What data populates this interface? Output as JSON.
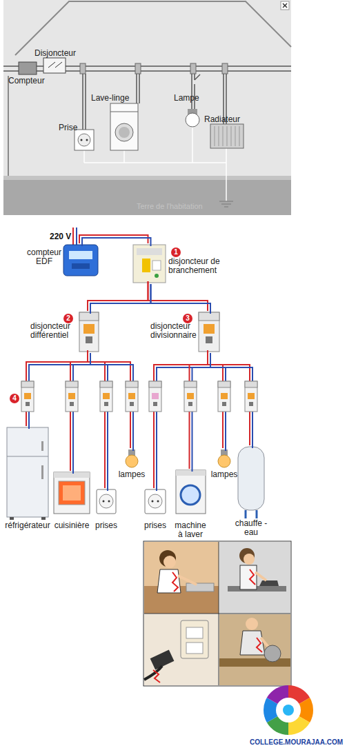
{
  "diagram": {
    "nodes": [
      {
        "text": [
          "compteur EDF"
        ]
      },
      {
        "text": [
          "disjoncteur de branchement"
        ]
      },
      {
        "text": [
          "disjoncteur différentiel"
        ]
      },
      {
        "text": [
          "disjoncteur divisionnaire"
        ]
      },
      {
        "text": [
          "réfrigérateur"
        ]
      },
      {
        "text": [
          "cuisinière"
        ]
      },
      {
        "text": [
          "prises"
        ]
      },
      {
        "text": [
          "lampes"
        ]
      },
      {
        "text": [
          "prises"
        ]
      },
      {
        "text": [
          "machine à laver"
        ]
      },
      {
        "text": [
          "lampes"
        ]
      },
      {
        "text": [
          "chauffe -eau"
        ]
      }
    ],
    "edges": [
      {
        "from": 0,
        "to": 1,
        "arrow": "none"
      },
      {
        "from": 1,
        "to": 2,
        "arrow": "none"
      },
      {
        "from": 1,
        "to": 3,
        "arrow": "none"
      },
      {
        "from": 2,
        "to": 4,
        "arrow": "none"
      },
      {
        "from": 2,
        "to": 5,
        "arrow": "none"
      },
      {
        "from": 2,
        "to": 6,
        "arrow": "none"
      },
      {
        "from": 2,
        "to": 7,
        "arrow": "none"
      },
      {
        "from": 3,
        "to": 8,
        "arrow": "none"
      },
      {
        "from": 3,
        "to": 9,
        "arrow": "none"
      },
      {
        "from": 3,
        "to": 10,
        "arrow": "none"
      },
      {
        "from": 3,
        "to": 11,
        "arrow": "none"
      }
    ],
    "labels": [
      "Disjoncteur",
      "Compteur",
      "Lave-linge",
      "Lampe",
      "Prise",
      "Radiateur",
      "Terre de l'habitation",
      "220 V",
      "1",
      "2",
      "3",
      "4",
      "COLLEGE.MOURAJAA.COM"
    ]
  }
}
